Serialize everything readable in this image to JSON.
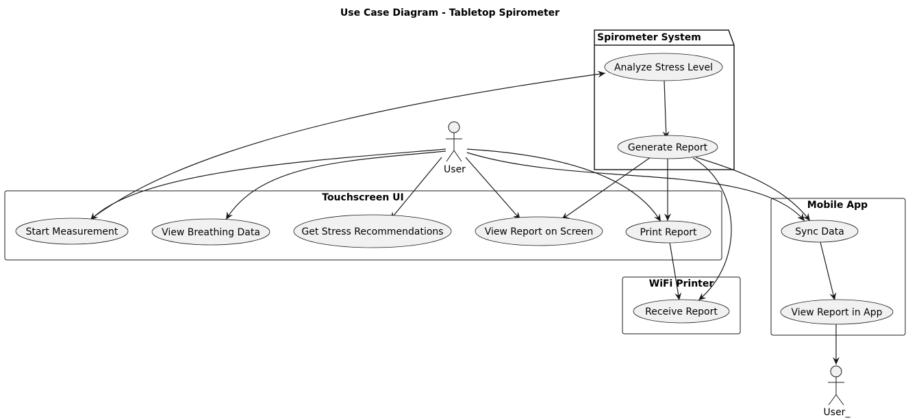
{
  "title": "Use Case Diagram - Tabletop Spirometer",
  "containers": {
    "spirometer_system": "Spirometer System",
    "touchscreen_ui": "Touchscreen UI",
    "mobile_app": "Mobile App",
    "wifi_printer": "WiFi Printer"
  },
  "actors": {
    "user": "User",
    "user_app": "User_"
  },
  "use_cases": {
    "analyze_stress": "Analyze Stress Level",
    "generate_report": "Generate Report",
    "start_measurement": "Start Measurement",
    "view_breathing": "View Breathing Data",
    "get_recommendations": "Get Stress Recommendations",
    "view_report_screen": "View Report on Screen",
    "print_report": "Print Report",
    "sync_data": "Sync Data",
    "view_report_app": "View Report in App",
    "receive_report": "Receive Report"
  },
  "colors": {
    "use_case_fill": "#f1f1f1",
    "stroke": "#181818",
    "actor_fill": "#f1f1f1"
  }
}
